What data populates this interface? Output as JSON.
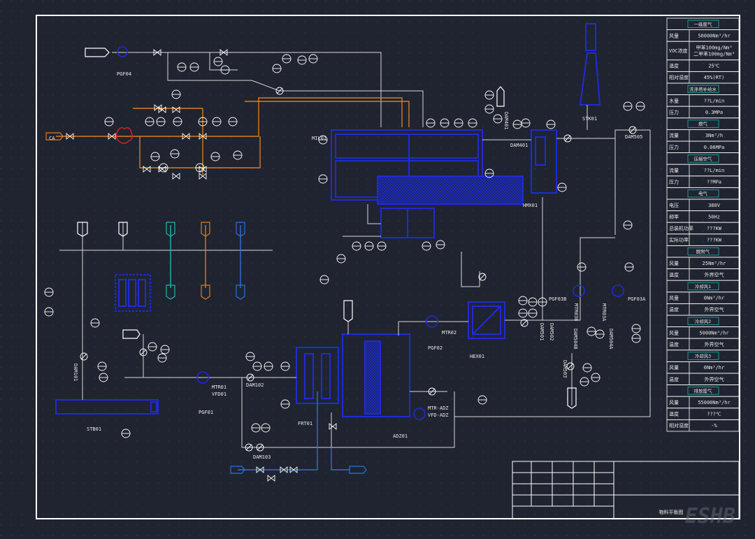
{
  "colors": {
    "background": "#1f2430",
    "frame": "#ffffff",
    "grid": "#3a4150",
    "pipe": "#d9d9d9",
    "equipment": "#1f2bd6",
    "hot_pipe": "#e07a1a",
    "cyan_pipe": "#1fb5b5",
    "blue_pipe": "#2f6fe0",
    "instrument": "#ffffff"
  },
  "equipment": {
    "rto_main": "MIL01",
    "heater": "HMX01",
    "stack": "STK01",
    "fan_pgf04": "PGF04",
    "fan_pgf03b": "PGF03B",
    "fan_pgf03a": "PGF03A",
    "fan_pgf02": "PGF02",
    "fan_pgf01": "PGF01",
    "hex": "HEX01",
    "filter": "FRT01",
    "adsorber": "ADZ01",
    "tank": "STB01"
  },
  "tags": {
    "dam401": "DAM401",
    "dam505": "DAM505",
    "dam101": "DAM101",
    "dam102": "DAM102",
    "dam103": "DAM103",
    "dam501": "DAM501",
    "dam502": "DAM502",
    "dam503": "DAM503",
    "dam504b": "DAM504B",
    "dam504a": "DAM504A",
    "mtr01": "MTR01",
    "vfd01": "VFD01",
    "mtr02": "MTR02",
    "mtr_adz": "MTR-ADZ",
    "vfd_adz": "VFD-ADZ",
    "mtr03b": "MTR03B",
    "mtr03a": "MTR03A",
    "ca": "CA"
  },
  "spec_table": {
    "rows": [
      {
        "kind": "head",
        "text": "一级废气"
      },
      {
        "kind": "kv",
        "k": "风量",
        "v": "50000Nm³/hr"
      },
      {
        "kind": "kv2",
        "k": "VOC浓度",
        "v1": "甲苯100mg/Nm³",
        "v2": "二甲苯100mg/Nm³"
      },
      {
        "kind": "kv",
        "k": "温度",
        "v": "25℃"
      },
      {
        "kind": "kv",
        "k": "相对湿度",
        "v": "45%(RT)"
      },
      {
        "kind": "head",
        "text": "洗涤塔补给水"
      },
      {
        "kind": "kv",
        "k": "水量",
        "v": "??L/min"
      },
      {
        "kind": "kv",
        "k": "压力",
        "v": "0.3MPa"
      },
      {
        "kind": "head",
        "text": "燃气"
      },
      {
        "kind": "kv",
        "k": "流量",
        "v": "3Nm³/h"
      },
      {
        "kind": "kv",
        "k": "压力",
        "v": "0.06MPa"
      },
      {
        "kind": "head",
        "text": "压缩空气"
      },
      {
        "kind": "kv",
        "k": "流量",
        "v": "??L/min"
      },
      {
        "kind": "kv",
        "k": "压力",
        "v": "??MPa"
      },
      {
        "kind": "head",
        "text": "电气"
      },
      {
        "kind": "kv",
        "k": "电压",
        "v": "380V"
      },
      {
        "kind": "kv",
        "k": "频率",
        "v": "50Hz"
      },
      {
        "kind": "kv",
        "k": "总装机功率",
        "v": "???KW"
      },
      {
        "kind": "kv",
        "k": "实际功率",
        "v": "???KW"
      },
      {
        "kind": "head",
        "text": "脱附气"
      },
      {
        "kind": "kv",
        "k": "风量",
        "v": "25Nm³/hr"
      },
      {
        "kind": "kv",
        "k": "温度",
        "v": "外界空气"
      },
      {
        "kind": "head",
        "text": "冷却风1"
      },
      {
        "kind": "kv",
        "k": "风量",
        "v": "0Nm³/hr"
      },
      {
        "kind": "kv",
        "k": "温度",
        "v": "外界空气"
      },
      {
        "kind": "head",
        "text": "冷却风2"
      },
      {
        "kind": "kv",
        "k": "风量",
        "v": "5000Nm³/hr"
      },
      {
        "kind": "kv",
        "k": "温度",
        "v": "外界空气"
      },
      {
        "kind": "head",
        "text": "冷却风3"
      },
      {
        "kind": "kv",
        "k": "风量",
        "v": "0Nm³/hr"
      },
      {
        "kind": "kv",
        "k": "温度",
        "v": "外界空气"
      },
      {
        "kind": "head",
        "text": "排放废气"
      },
      {
        "kind": "kv",
        "k": "风量",
        "v": "55000Nm³/hr"
      },
      {
        "kind": "kv",
        "k": "温度",
        "v": "???℃"
      },
      {
        "kind": "kv",
        "k": "相对湿度",
        "v": "-%"
      }
    ]
  },
  "title_block": {
    "drawing_name": "物料平衡图"
  },
  "watermark": "ESHB"
}
